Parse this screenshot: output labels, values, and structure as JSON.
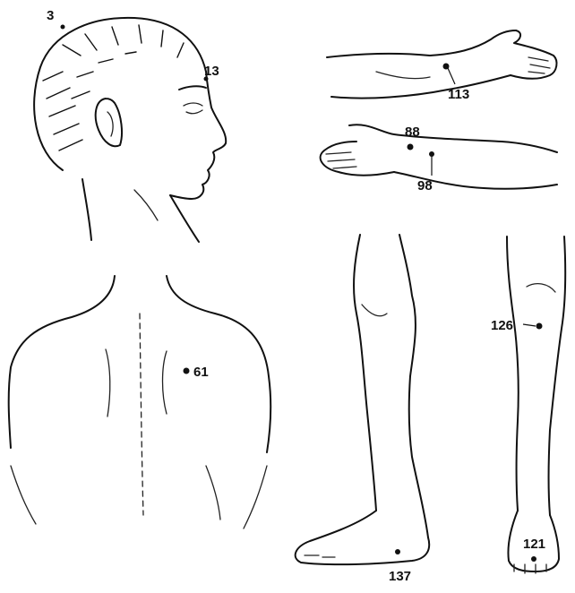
{
  "points": {
    "p3": "3",
    "p13": "13",
    "p113": "113",
    "p88": "88",
    "p98": "98",
    "p61": "61",
    "p126": "126",
    "p121": "121",
    "p137": "137"
  },
  "colors": {
    "ink": "#111111",
    "background": "#ffffff"
  }
}
